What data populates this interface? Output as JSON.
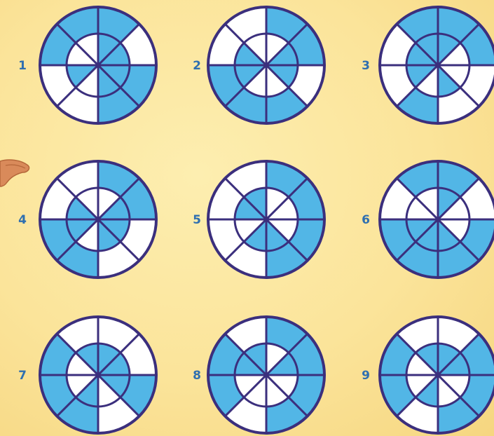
{
  "colors": {
    "background": "#fbe49a",
    "fill": "#52b6e6",
    "empty": "#ffffff",
    "stroke": "#3b2f7d",
    "number": "#2f6fb0"
  },
  "puzzles": [
    {
      "number": "1",
      "outer": [
        0,
        1,
        1,
        1,
        0,
        0,
        1,
        1
      ],
      "inner": [
        1,
        1,
        0,
        0,
        1,
        0,
        1,
        1
      ]
    },
    {
      "number": "2",
      "outer": [
        1,
        1,
        0,
        0,
        1,
        1,
        1,
        0
      ],
      "inner": [
        1,
        0,
        0,
        1,
        1,
        0,
        0,
        1
      ]
    },
    {
      "number": "3",
      "outer": [
        1,
        1,
        1,
        0,
        0,
        1,
        0,
        0
      ],
      "inner": [
        0,
        1,
        1,
        1,
        1,
        0,
        1,
        0
      ]
    },
    {
      "number": "4",
      "outer": [
        1,
        1,
        0,
        0,
        1,
        1,
        0,
        0
      ],
      "inner": [
        1,
        0,
        0,
        1,
        1,
        0,
        1,
        1
      ]
    },
    {
      "number": "5",
      "outer": [
        1,
        1,
        0,
        0,
        0,
        0,
        1,
        1
      ],
      "inner": [
        0,
        0,
        1,
        1,
        0,
        1,
        1,
        0
      ]
    },
    {
      "number": "6",
      "outer": [
        0,
        1,
        1,
        0,
        1,
        1,
        1,
        1
      ],
      "inner": [
        0,
        1,
        0,
        0,
        1,
        1,
        1,
        0
      ]
    },
    {
      "number": "7",
      "outer": [
        0,
        0,
        0,
        1,
        1,
        1,
        0,
        1
      ],
      "inner": [
        1,
        1,
        1,
        0,
        0,
        1,
        0,
        1
      ]
    },
    {
      "number": "8",
      "outer": [
        1,
        1,
        0,
        1,
        1,
        0,
        1,
        1
      ],
      "inner": [
        1,
        0,
        1,
        1,
        0,
        0,
        0,
        0
      ]
    },
    {
      "number": "9",
      "outer": [
        1,
        0,
        0,
        1,
        1,
        0,
        1,
        1
      ],
      "inner": [
        1,
        1,
        1,
        0,
        0,
        1,
        0,
        0
      ]
    }
  ]
}
